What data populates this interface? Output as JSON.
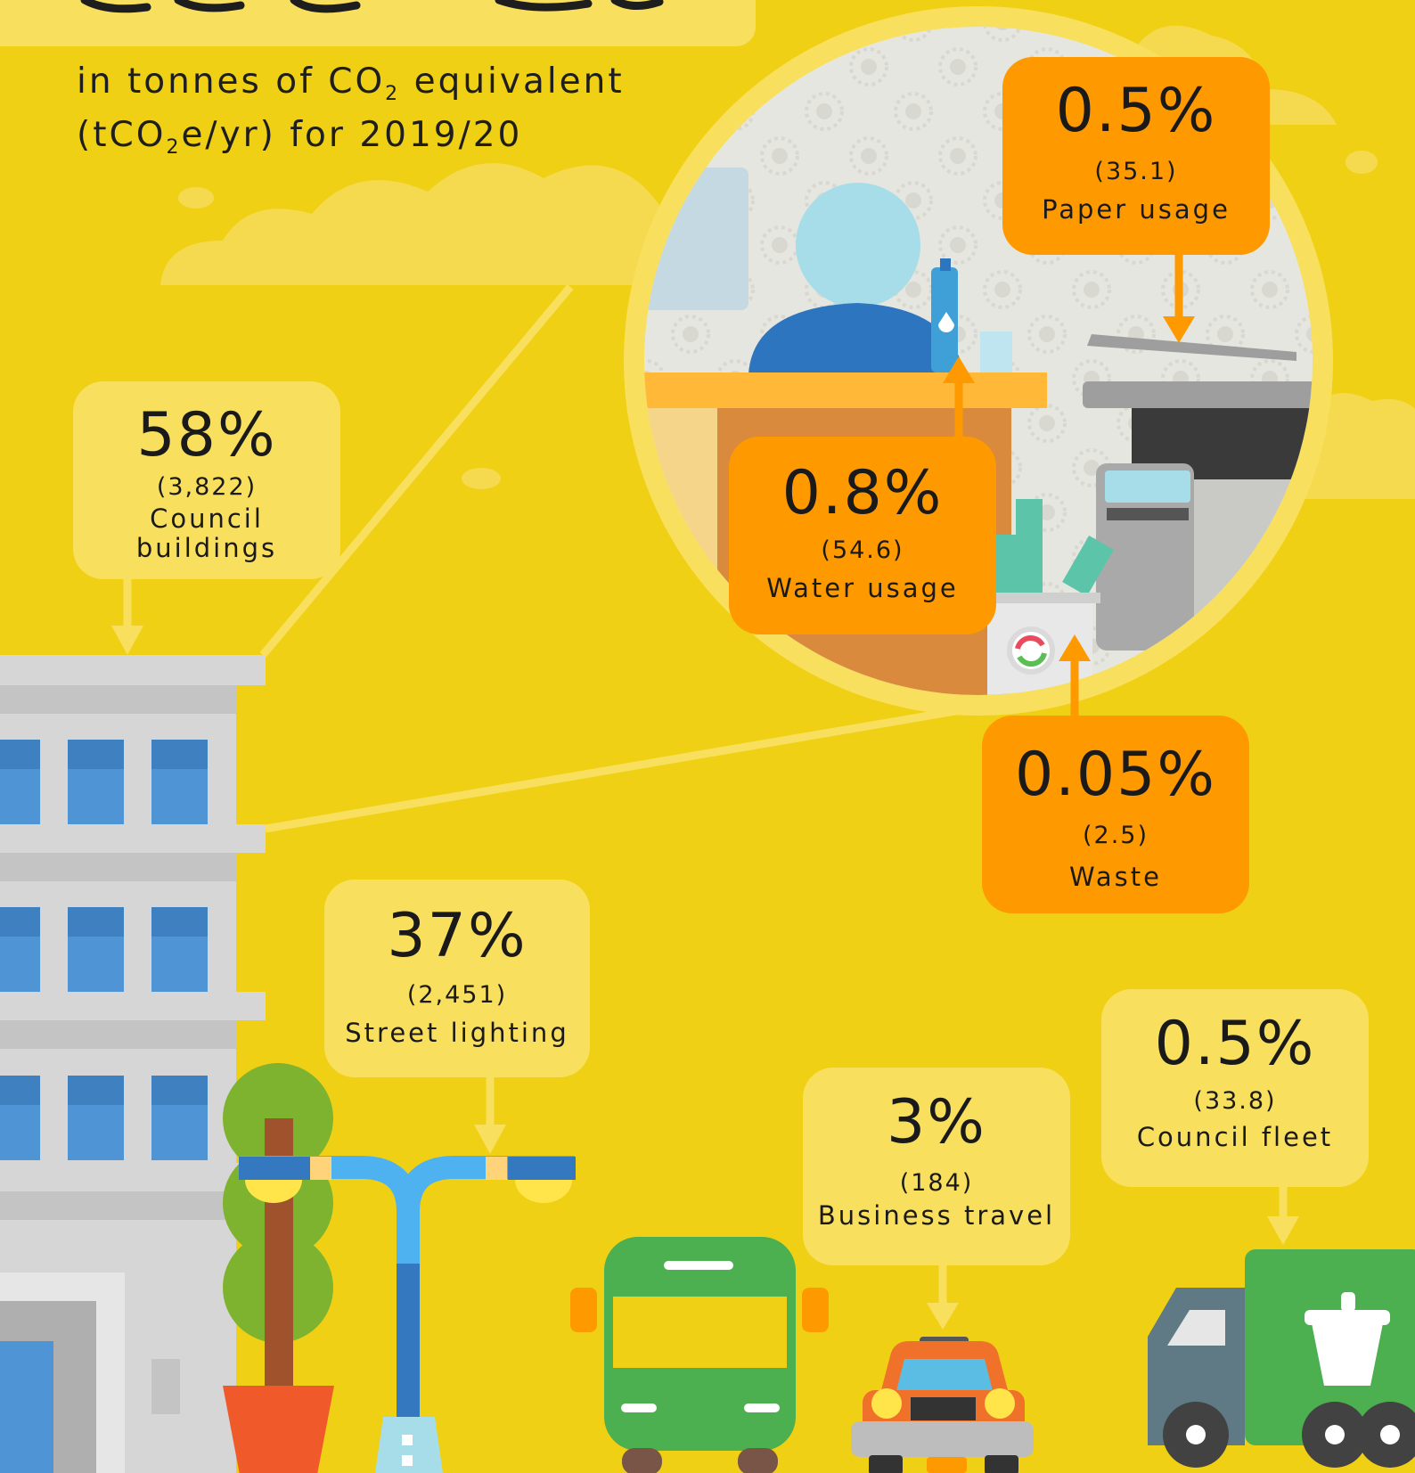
{
  "colors": {
    "background": "#F0D015",
    "callout_light": "#F9DF5E",
    "callout_orange": "#FF9900",
    "arrow_light": "#F9DF5E",
    "arrow_orange": "#FF9900"
  },
  "header": {
    "subtitle_line1_pre": "in tonnes of CO",
    "subtitle_line1_sub": "2",
    "subtitle_line1_post": " equivalent",
    "subtitle_line2_pre": "(tCO",
    "subtitle_line2_sub": "2",
    "subtitle_line2_post": "e/yr) for 2019/20"
  },
  "callouts": {
    "council_buildings": {
      "percent": "58%",
      "value": "(3,822)",
      "label_line1": "Council",
      "label_line2": "buildings"
    },
    "street_lighting": {
      "percent": "37%",
      "value": "(2,451)",
      "label": "Street lighting"
    },
    "business_travel": {
      "percent": "3%",
      "value": "(184)",
      "label": "Business travel"
    },
    "council_fleet": {
      "percent": "0.5%",
      "value": "(33.8)",
      "label": "Council fleet"
    },
    "paper_usage": {
      "percent": "0.5%",
      "value": "(35.1)",
      "label": "Paper usage"
    },
    "water_usage": {
      "percent": "0.8%",
      "value": "(54.6)",
      "label": "Water usage"
    },
    "waste": {
      "percent": "0.05%",
      "value": "(2.5)",
      "label": "Waste"
    }
  },
  "icons": {
    "building": "office-building-icon",
    "tree": "potted-tree-icon",
    "street_lamp": "street-lamp-icon",
    "bus": "bus-icon",
    "taxi": "taxi-icon",
    "truck": "garbage-truck-icon",
    "office": "office-desk-scene-icon"
  }
}
